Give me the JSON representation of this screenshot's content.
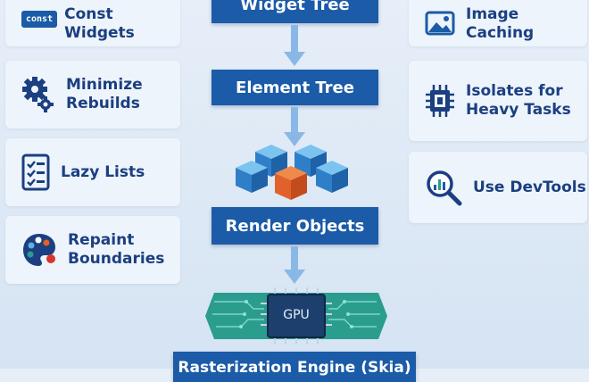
{
  "left_cards": [
    {
      "label": "Const Widgets",
      "icon": "const-badge-icon",
      "badge_text": "const"
    },
    {
      "label": "Minimize\nRebuilds",
      "icon": "gears-icon"
    },
    {
      "label": "Lazy Lists",
      "icon": "checklist-icon"
    },
    {
      "label": "Repaint\nBoundaries",
      "icon": "palette-icon"
    }
  ],
  "right_cards": [
    {
      "label": "Image Caching",
      "icon": "image-icon"
    },
    {
      "label": "Isolates for\nHeavy Tasks",
      "icon": "chip-icon"
    },
    {
      "label": "Use DevTools",
      "icon": "magnifier-chart-icon"
    }
  ],
  "pipeline": {
    "widget_tree": "Widget Tree",
    "element_tree": "Element Tree",
    "render_objects": "Render Objects",
    "gpu_label": "GPU",
    "rasterization": "Rasterization Engine (Skia)"
  },
  "colors": {
    "node_blue": "#1b5ba8",
    "label_navy": "#1b3f80",
    "arrow_blue": "#8ab8e6",
    "cube_blue": "#3a8fd8",
    "cube_orange": "#e0622a",
    "board_teal": "#2a9d8f"
  }
}
